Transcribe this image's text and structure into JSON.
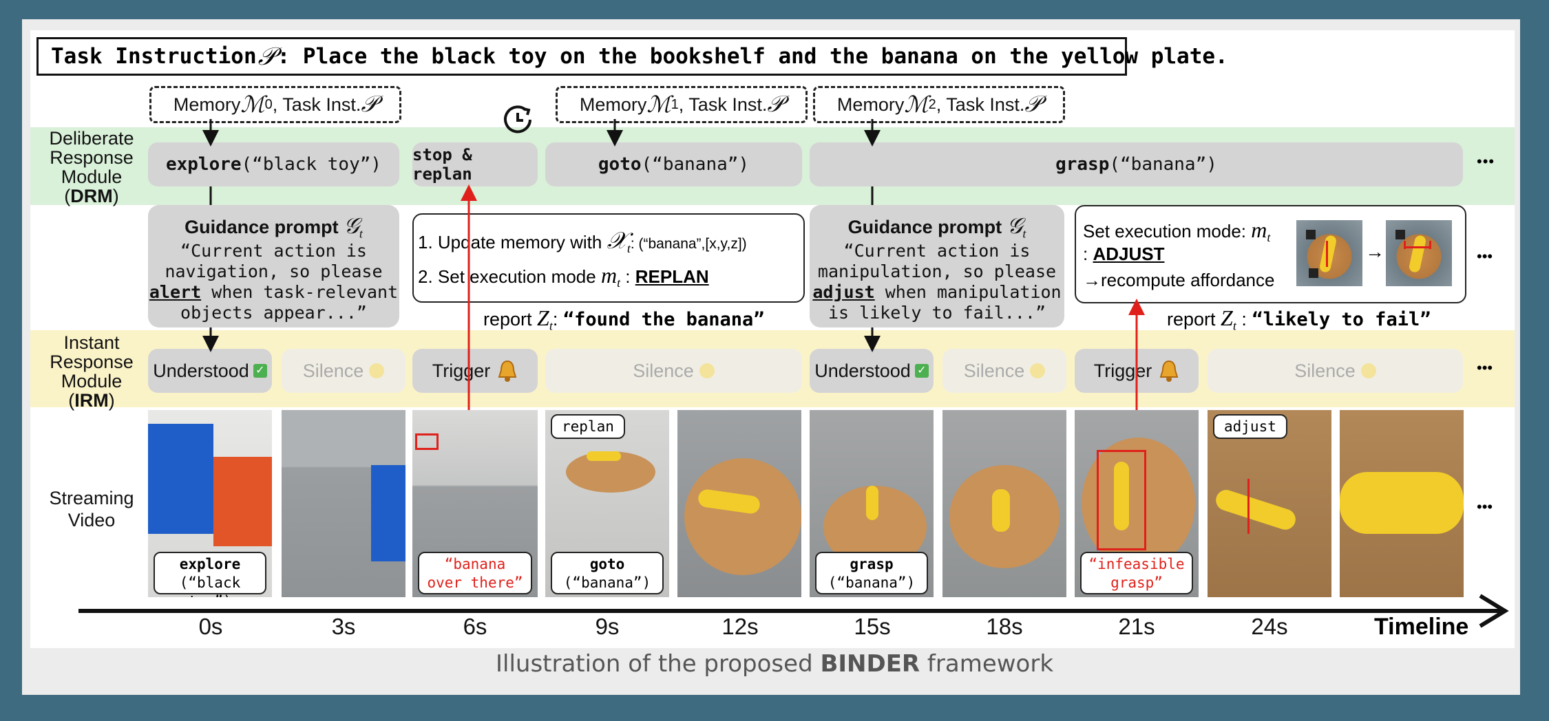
{
  "task": {
    "prefix": "Task Instruction ",
    "symbol": "𝒫",
    "text": ": Place the black toy on the bookshelf and the banana on the yellow plate."
  },
  "memory": [
    {
      "label": "Memory ",
      "mem": "ℳ",
      "idx": "0",
      "rest": ", Task Inst. ",
      "sym": "𝒫"
    },
    {
      "label": "Memory ",
      "mem": "ℳ",
      "idx": "1",
      "rest": ", Task Inst. ",
      "sym": "𝒫"
    },
    {
      "label": "Memory ",
      "mem": "ℳ",
      "idx": "2",
      "rest": ", Task Inst. ",
      "sym": "𝒫"
    }
  ],
  "rows": {
    "drm": {
      "l1": "Deliberate",
      "l2": "Response",
      "l3": "Module",
      "l4a": "(",
      "l4b": "DRM",
      "l4c": ")"
    },
    "irm": {
      "l1": "Instant",
      "l2": "Response",
      "l3": "Module",
      "l4a": "(",
      "l4b": "IRM",
      "l4c": ")"
    },
    "video": {
      "l1": "Streaming",
      "l2": "Video"
    }
  },
  "drm_actions": [
    {
      "fn": "explore",
      "arg": "(“black toy”)"
    },
    {
      "fn": "stop & replan",
      "arg": ""
    },
    {
      "fn": "goto",
      "arg": "(“banana”)"
    },
    {
      "fn": "grasp",
      "arg": "(“banana”)"
    }
  ],
  "ellipsis": "•••",
  "guidance": [
    {
      "title": "Guidance prompt ",
      "sym": "𝒢",
      "sub": "t",
      "q1": "“Current action is",
      "q2": "navigation, so please",
      "kw": "alert",
      "q3": " when task-relevant",
      "q4": "objects appear...”"
    },
    {
      "title": "Guidance prompt ",
      "sym": "𝒢",
      "sub": "t",
      "q1": "“Current action is",
      "q2": "manipulation, so please",
      "kw": "adjust",
      "q3": " when manipulation",
      "q4": "is likely to fail...”"
    }
  ],
  "update_box": {
    "line1": "1. Update memory with ",
    "sym": "𝒳",
    "sub": "t",
    "val": ": (“banana”,[x,y,z])",
    "line2": "2. Set execution mode ",
    "msym": "m",
    "msub": "t",
    "colon": " : ",
    "mode": "REPLAN"
  },
  "exec_box": {
    "line1": "Set execution mode: ",
    "msym": "m",
    "msub": "t",
    "colon": ": ",
    "mode": "ADJUST",
    "arrow": "→",
    "line3": "recompute affordance"
  },
  "reports": [
    {
      "label": "report ",
      "sym": "Z",
      "sub": "t",
      "colon": ": ",
      "text": "“found the banana”"
    },
    {
      "label": "report ",
      "sym": "Z",
      "sub": "t",
      "colon": " : ",
      "text": "“likely to fail”"
    }
  ],
  "irm_states": [
    {
      "text": "Understood",
      "kind": "understood"
    },
    {
      "text": "Silence",
      "kind": "silence"
    },
    {
      "text": "Trigger",
      "kind": "trigger"
    },
    {
      "text": "Silence",
      "kind": "silence"
    },
    {
      "text": "Understood",
      "kind": "understood"
    },
    {
      "text": "Silence",
      "kind": "silence"
    },
    {
      "text": "Trigger",
      "kind": "trigger"
    },
    {
      "text": "Silence",
      "kind": "silence"
    }
  ],
  "frame_captions": [
    {
      "l1": "explore",
      "l2": "(“black toy”)",
      "color": "#111111"
    },
    {
      "l1": "“banana",
      "l2": "over there”",
      "color": "#e0201a"
    },
    {
      "l1": "goto",
      "l2": "(“banana”)",
      "color": "#111111"
    },
    {
      "l1": "grasp",
      "l2": "(“banana”)",
      "color": "#111111"
    },
    {
      "l1": "“infeasible",
      "l2": "grasp”",
      "color": "#e0201a"
    }
  ],
  "frame_tags": [
    "replan",
    "adjust"
  ],
  "timeline": {
    "ticks": [
      "0s",
      "3s",
      "6s",
      "9s",
      "12s",
      "15s",
      "18s",
      "21s",
      "24s"
    ],
    "label": "Timeline"
  },
  "caption": {
    "pre": "Illustration of the proposed ",
    "bold": "BINDER",
    "post": " framework"
  },
  "colors": {
    "drm_band": "#d9f0d9",
    "irm_band": "#fbf3c8",
    "arrow_red": "#e0201a",
    "frame_bg": "#3f6b80"
  }
}
